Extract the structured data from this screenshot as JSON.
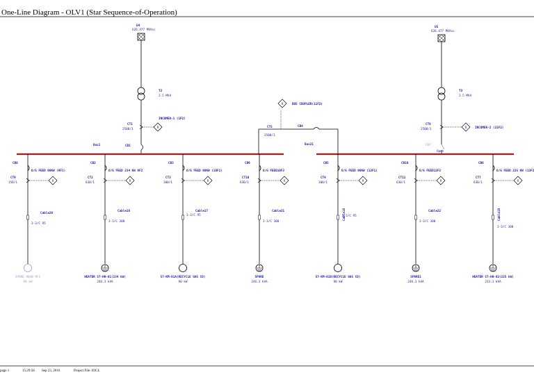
{
  "header": {
    "title": "One-Line Diagram  -  OLV1 (Star Sequence-of-Operation)"
  },
  "footer": {
    "page": "page 1",
    "time": "15:29:58",
    "date": "Sep 23, 2016",
    "project": "Project File: IOCL"
  },
  "colors": {
    "bus": "#b01818",
    "label": "#1a1aa6",
    "disabled": "#9aa0c0",
    "wire": "#000000"
  },
  "utilities": {
    "u4": {
      "name": "U4",
      "rating": "626.477 MVAsc"
    },
    "u5": {
      "name": "U5",
      "rating": "626.477 MVAsc"
    }
  },
  "transformers": {
    "t2": {
      "name": "T2",
      "rating": "2.5 MVA"
    },
    "t3": {
      "name": "T3",
      "rating": "2.5 MVA"
    }
  },
  "incomers": {
    "left": {
      "ct": "CT1",
      "ratio": "2500/1",
      "relay": "INCOMER-1 (1F2)",
      "cb": "CB1"
    },
    "right": {
      "ct": "CT8",
      "ratio": "2500/1",
      "relay": "INCOMER-2 (21F2)",
      "cb": "CB7",
      "status": "Open"
    }
  },
  "buses": {
    "left": "Bus1",
    "right": "Bus21"
  },
  "coupler": {
    "ct": "CT5",
    "ratio": "2500/1",
    "cb": "CB4",
    "relay": "BUS COUPLER(11F2)"
  },
  "feeders": [
    {
      "cb": "CB8",
      "ct": "CT9",
      "ratio": "150/1",
      "relay": "O/G FEED 90KW (9F1)",
      "cable": "Cable20",
      "size": "3-3/C 95",
      "load": "SPARE 90kW 9F1",
      "load_rating": "90 kW"
    },
    {
      "cb": "CB2",
      "ct": "CT2",
      "ratio": "630/1",
      "relay": "O/G FEED 234 KW 9F2",
      "cable": "Cable16",
      "size": "3-3/C 300",
      "load": "HEATER 57-HH-01(234 kW)",
      "load_rating": "246.3 kVA"
    },
    {
      "cb": "CB3",
      "ct": "CT3",
      "ratio": "300/1",
      "relay": "O/G FEED 90KW (10F1)",
      "cable": "Cable17",
      "size": "3-3/C 95",
      "load": "57-KM-01A(RECYCLE GAS CO)",
      "load_rating": "90 kW"
    },
    {
      "cb": "CB9",
      "ct": "CT10",
      "ratio": "630/1",
      "relay": "O/G FEED10F2",
      "cable": "Cable21",
      "size": "3-3/C 300",
      "load": "SPARE",
      "load_rating": "246.3 kVA"
    },
    {
      "cb": "CB5",
      "ct": "CT4",
      "ratio": "300/1",
      "relay": "O/G FEED 90KW (12F1)",
      "cable": "Cable18",
      "size": "3-3/C 95",
      "load": "57-KM-01B(RECYCLE GAS CO)",
      "load_rating": "90 kW"
    },
    {
      "cb": "CB10",
      "ct": "CT11",
      "ratio": "630/1",
      "relay": "O/G FEED12F2",
      "cable": "Cable22",
      "size": "3-3/C 300",
      "load": "SPARE1",
      "load_rating": "246.3 kVA"
    },
    {
      "cb": "CB6",
      "ct": "CT7",
      "ratio": "630/1",
      "relay": "O/G FEED 225 KW (13F2)",
      "cable": "Cable19",
      "size": "3-3/C 300",
      "load": "HEATER 57-HH-02(225 kW)",
      "load_rating": "233.1 kVA"
    }
  ]
}
